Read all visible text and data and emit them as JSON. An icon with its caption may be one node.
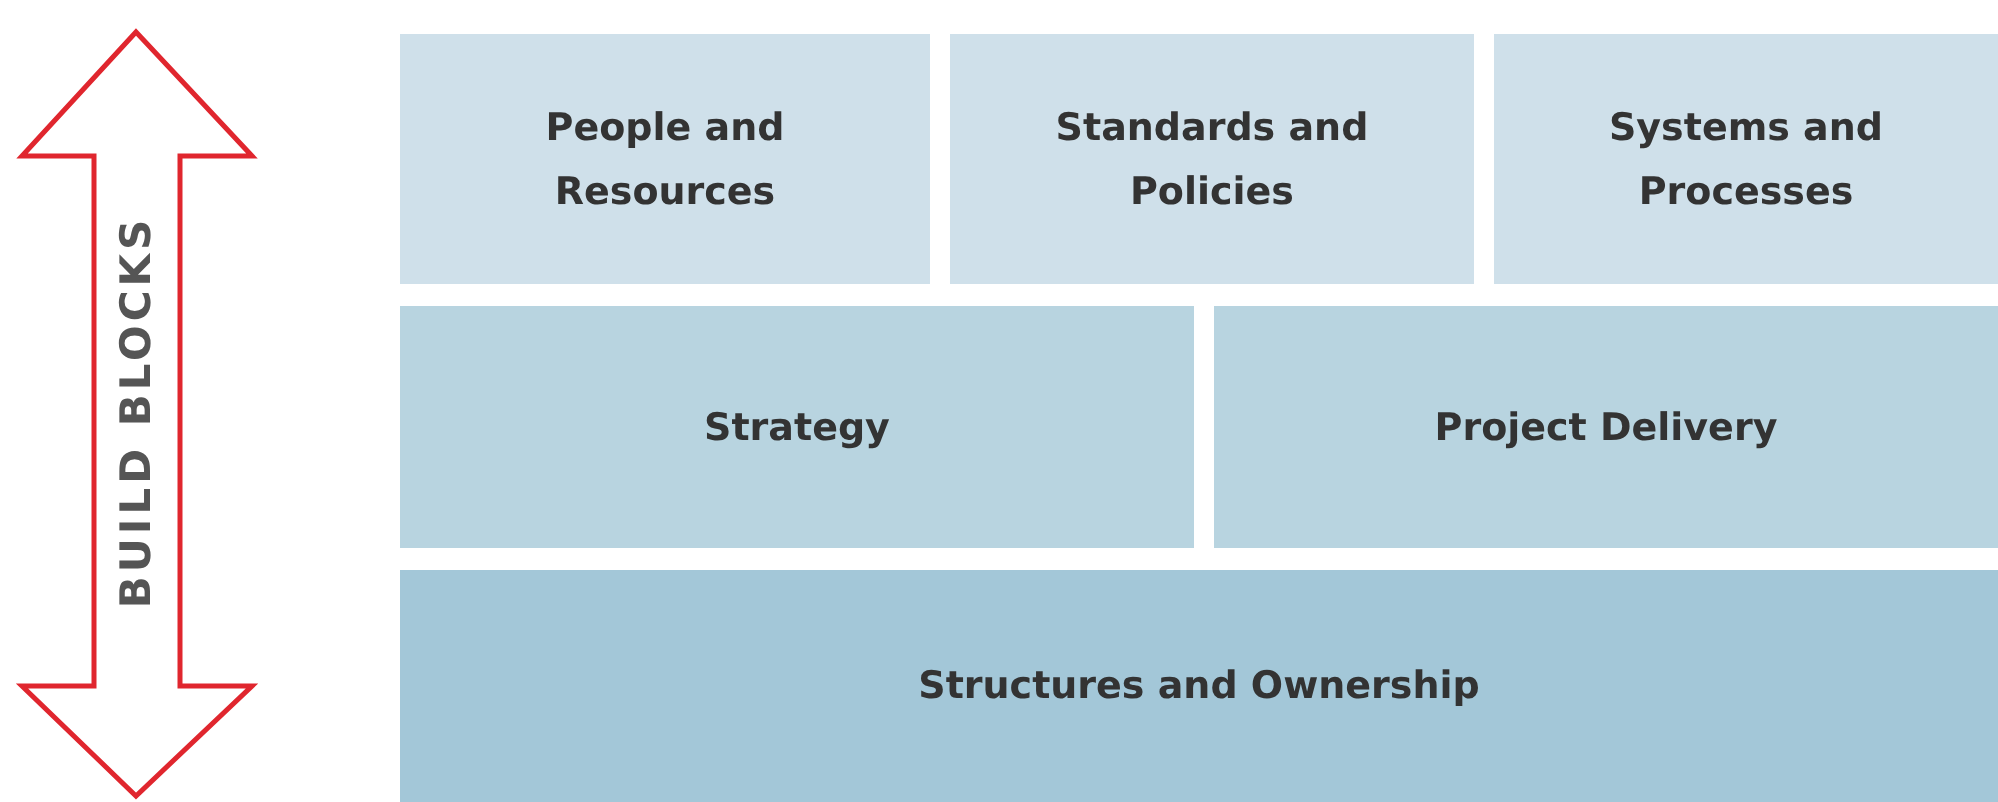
{
  "diagram": {
    "nodes": [
      {
        "text": [
          "People and Resources"
        ]
      },
      {
        "text": [
          "Standards and Policies"
        ]
      },
      {
        "text": [
          "Systems and Processes"
        ]
      },
      {
        "text": [
          "Strategy"
        ]
      },
      {
        "text": [
          "Project Delivery"
        ]
      },
      {
        "text": [
          "Structures and Ownership"
        ]
      }
    ],
    "labels": [
      "BUILD BLOCKS"
    ]
  }
}
